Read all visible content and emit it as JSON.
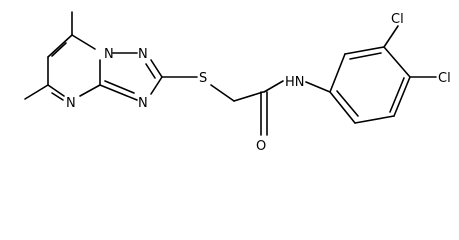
{
  "molecule": {
    "labels": {
      "n_a": "N",
      "n_b": "N",
      "n_c": "N",
      "n_d": "N",
      "s": "S",
      "o": "O",
      "nh": "HN",
      "cl_top": "Cl",
      "cl_right": "Cl"
    }
  }
}
